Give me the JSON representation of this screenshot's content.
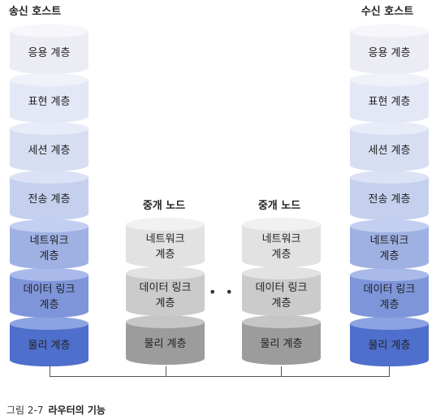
{
  "columns": [
    {
      "title": "송신 호스트",
      "layers": [
        "응용 계층",
        "표현 계층",
        "세션 계층",
        "전송 계층",
        "네트워크\n계층",
        "데이터 링크\n계층",
        "물리 계층"
      ]
    },
    {
      "title": "중개 노드",
      "layers": [
        "네트워크\n계층",
        "데이터 링크\n계층",
        "물리 계층"
      ]
    },
    {
      "title": "중개 노드",
      "layers": [
        "네트워크\n계층",
        "데이터 링크\n계층",
        "물리 계층"
      ]
    },
    {
      "title": "수신 호스트",
      "layers": [
        "응용 계층",
        "표현 계층",
        "세션 계층",
        "전송 계층",
        "네트워크\n계층",
        "데이터 링크\n계층",
        "물리 계층"
      ]
    }
  ],
  "colors": {
    "host_layers": [
      [
        "#ececf4",
        "#f6f6fb"
      ],
      [
        "#e4e8f6",
        "#f0f2fa"
      ],
      [
        "#d8def2",
        "#e8ecf8"
      ],
      [
        "#c4d0ee",
        "#dbe2f5"
      ],
      [
        "#9fb1e3",
        "#c2cff0"
      ],
      [
        "#7e95da",
        "#a9b9e9"
      ],
      [
        "#4f6fcc",
        "#8da2e0"
      ]
    ],
    "node_layers": [
      [
        "#e2e2e2",
        "#f1f1f1"
      ],
      [
        "#cbcbcb",
        "#e2e2e2"
      ],
      [
        "#9c9c9c",
        "#c6c6c6"
      ]
    ]
  },
  "ellipsis": "• • •",
  "caption": {
    "figure": "그림 2-7",
    "title": "라우터의 기능"
  }
}
